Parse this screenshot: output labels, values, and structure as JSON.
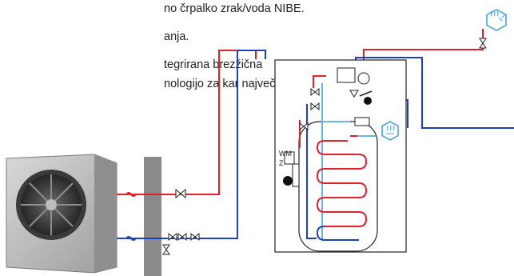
{
  "text_lines": [
    "no črpalko zrak/voda NIBE.",
    "anja.",
    "tegrirana brezžična",
    "nologijo za kar največ"
  ],
  "diagram": {
    "labels": {
      "water_meter": "WM",
      "zone": "Z"
    },
    "colors": {
      "supply": "#e0202a",
      "return": "#1f3fbf",
      "cold_water": "#67b7e6",
      "accent": "#3aa3d8",
      "outline": "#222222",
      "wall": "#8a8a8a"
    },
    "icons": [
      "outdoor-heat-pump-unit",
      "hot-water-faucet-icon",
      "room-heating-icon",
      "circulation-pump-icon",
      "expansion-vessel-icon",
      "valve-icon"
    ]
  }
}
